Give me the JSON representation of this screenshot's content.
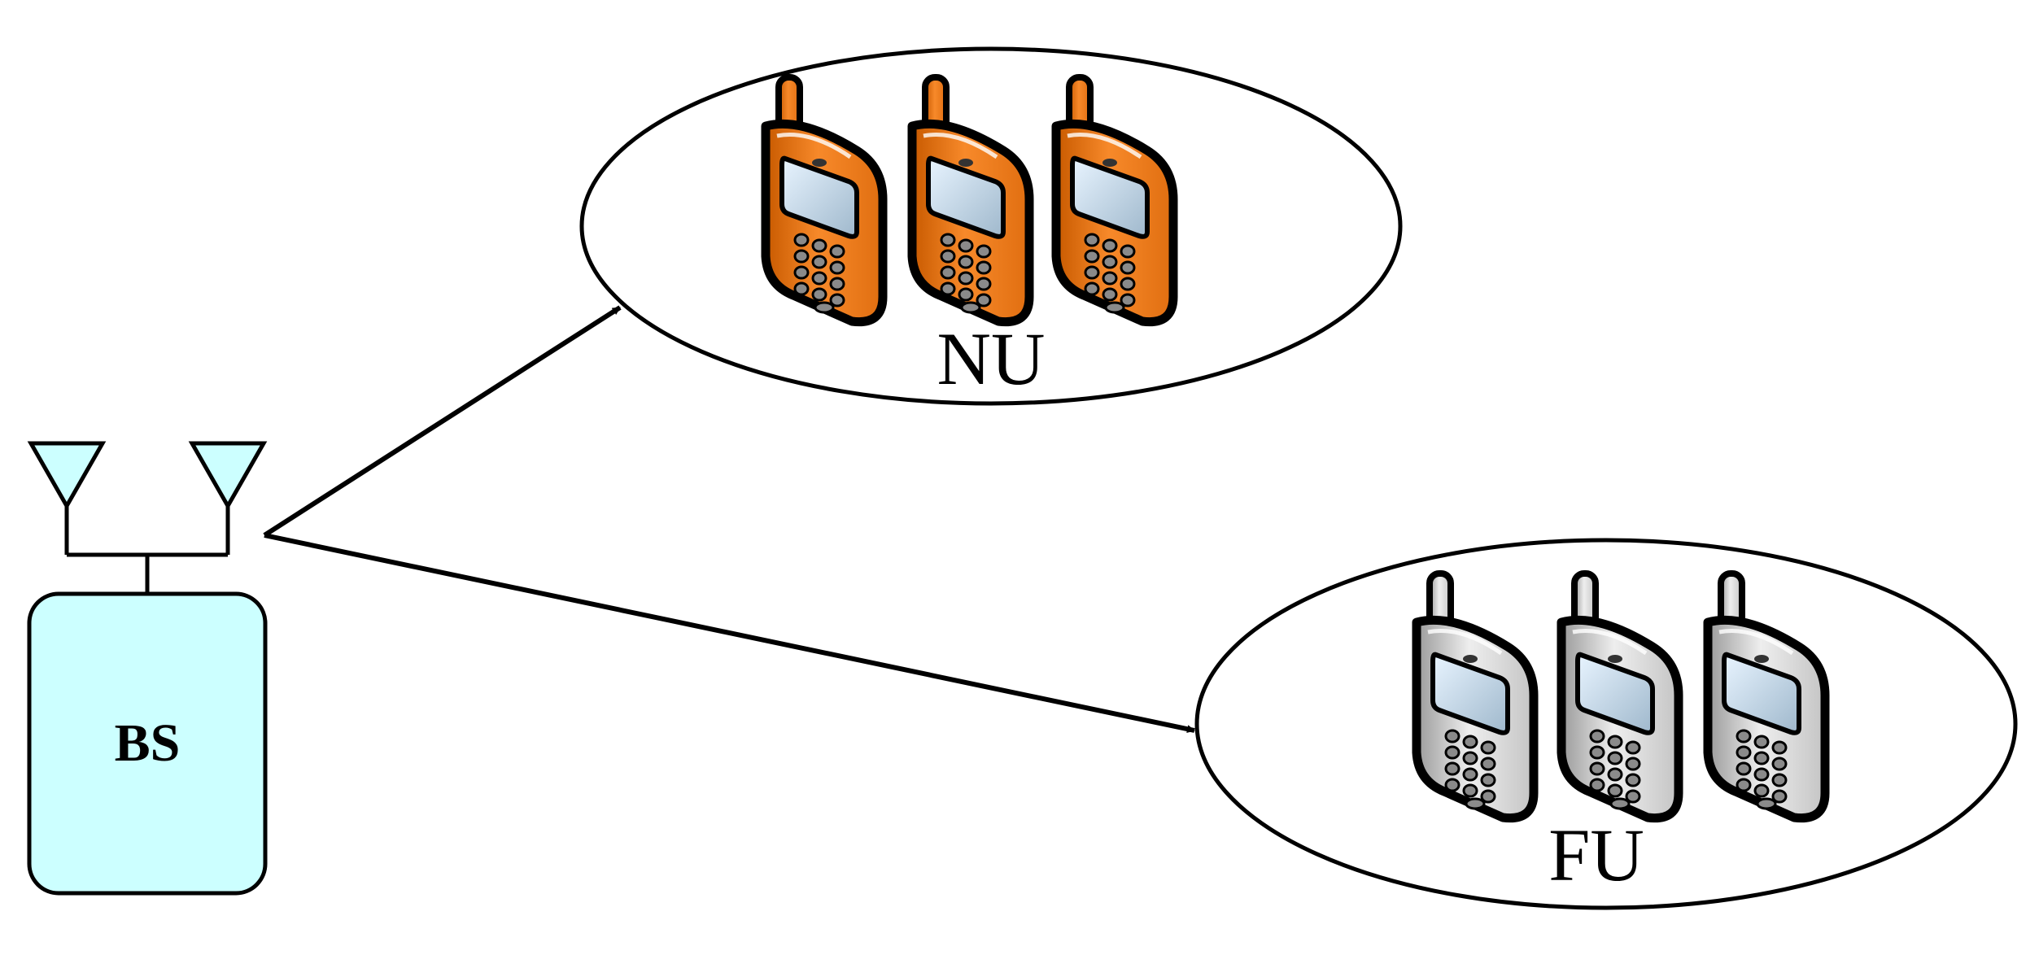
{
  "base_station": {
    "label": "BS",
    "fill_color": "#ccffff",
    "antenna_color": "#ccffff",
    "antenna_count": 2
  },
  "groups": [
    {
      "label": "NU",
      "device_count": 3,
      "device_color": "#f07d14"
    },
    {
      "label": "FU",
      "device_count": 3,
      "device_color": "#d9d9d9"
    }
  ],
  "links": [
    {
      "from": "BS",
      "to": "NU"
    },
    {
      "from": "BS",
      "to": "FU"
    }
  ]
}
